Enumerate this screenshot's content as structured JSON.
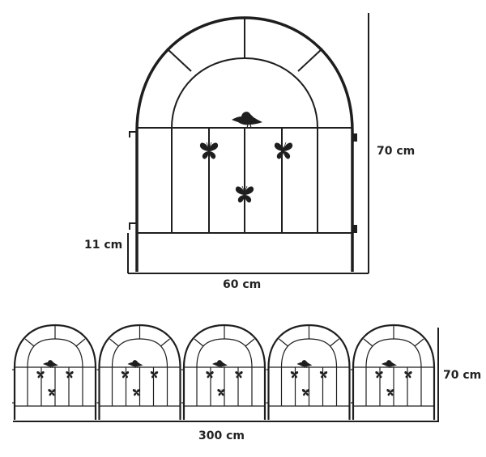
{
  "dimensions": {
    "single_height": "70 cm",
    "single_width": "60 cm",
    "single_ground_stake": "11 cm",
    "row_width": "300 cm",
    "row_height": "70 cm"
  },
  "panel_count": 5,
  "colors": {
    "metal": "#1e1e1e",
    "background": "#ffffff"
  }
}
